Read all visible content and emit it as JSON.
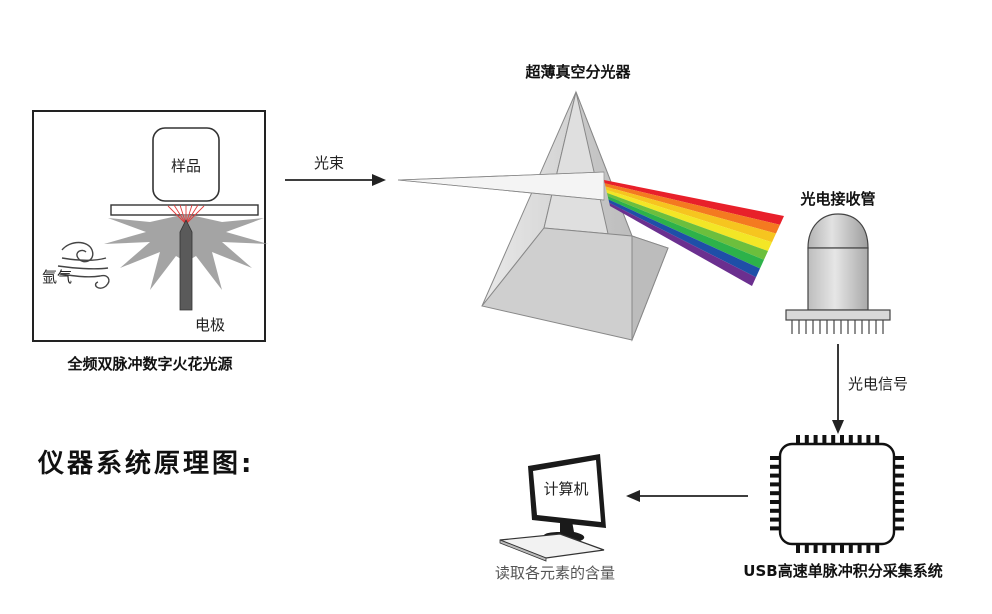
{
  "labels": {
    "sample": "样品",
    "argon": "氩气",
    "electrode": "电极",
    "spark_source": "全频双脉冲数字火花光源",
    "beam": "光束",
    "spectrometer": "超薄真空分光器",
    "photo_tube": "光电接收管",
    "photo_signal": "光电信号",
    "acquisition": "USB高速单脉冲积分采集系统",
    "computer": "计算机",
    "read_content": "读取各元素的含量",
    "diagram_title": "仪器系统原理图:"
  },
  "colors": {
    "spectrum": [
      "#e8202a",
      "#f47a20",
      "#f6c51f",
      "#f3e626",
      "#6cbf3d",
      "#2db24a",
      "#1f4fa8",
      "#6b2f8f"
    ],
    "spark_rays": "#e23b3b",
    "burst": "#9a9a9a",
    "electrode": "#555555",
    "tube_body": "#cfcfcf",
    "chip_body": "#ffffff"
  }
}
